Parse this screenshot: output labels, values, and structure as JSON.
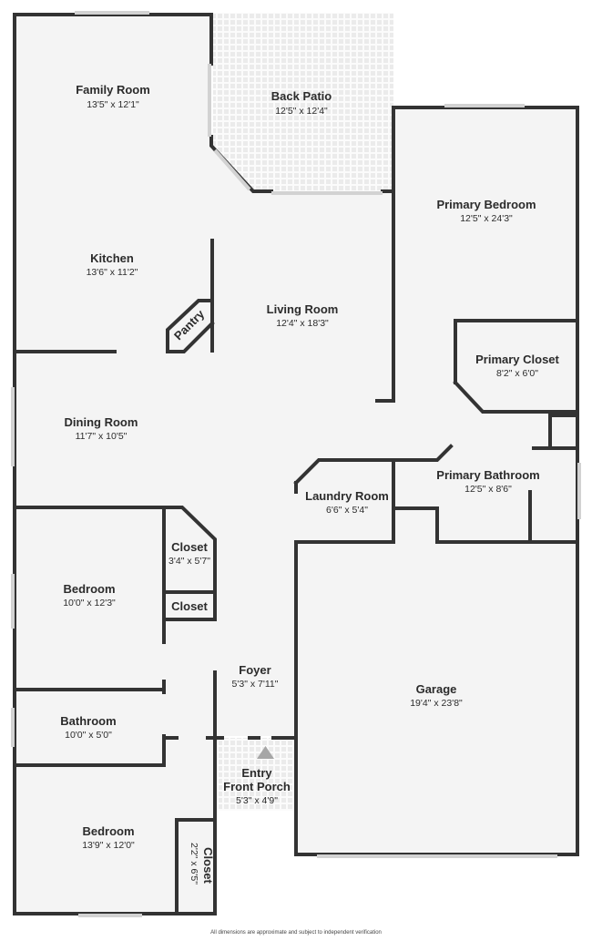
{
  "rooms": {
    "family_room": {
      "name": "Family Room",
      "dim": "13'5\" x 12'1\""
    },
    "back_patio": {
      "name": "Back Patio",
      "dim": "12'5\" x 12'4\""
    },
    "primary_bedroom": {
      "name": "Primary Bedroom",
      "dim": "12'5\" x 24'3\""
    },
    "kitchen": {
      "name": "Kitchen",
      "dim": "13'6\" x 11'2\""
    },
    "pantry": {
      "name": "Pantry"
    },
    "living_room": {
      "name": "Living Room",
      "dim": "12'4\" x 18'3\""
    },
    "primary_closet": {
      "name": "Primary Closet",
      "dim": "8'2\" x 6'0\""
    },
    "dining_room": {
      "name": "Dining Room",
      "dim": "11'7\" x 10'5\""
    },
    "primary_bathroom": {
      "name": "Primary Bathroom",
      "dim": "12'5\" x 8'6\""
    },
    "laundry_room": {
      "name": "Laundry Room",
      "dim": "6'6\" x 5'4\""
    },
    "closet_1": {
      "name": "Closet",
      "dim": "3'4\" x 5'7\""
    },
    "bedroom_1": {
      "name": "Bedroom",
      "dim": "10'0\" x 12'3\""
    },
    "closet_2": {
      "name": "Closet"
    },
    "foyer": {
      "name": "Foyer",
      "dim": "5'3\" x 7'11\""
    },
    "garage": {
      "name": "Garage",
      "dim": "19'4\" x 23'8\""
    },
    "bathroom": {
      "name": "Bathroom",
      "dim": "10'0\" x 5'0\""
    },
    "entry": {
      "name": "Entry"
    },
    "front_porch": {
      "name": "Front Porch",
      "dim": "5'3\" x 4'9\""
    },
    "bedroom_2": {
      "name": "Bedroom",
      "dim": "13'9\" x 12'0\""
    },
    "closet_3": {
      "name": "Closet",
      "dim": "2'2\" x 6'5\""
    }
  },
  "disclaimer": "All dimensions are approximate and subject to independent verification",
  "colors": {
    "wall": "#333333",
    "floor": "#f4f4f4",
    "patio": "#ebebeb",
    "window": "#d7d7d7"
  }
}
